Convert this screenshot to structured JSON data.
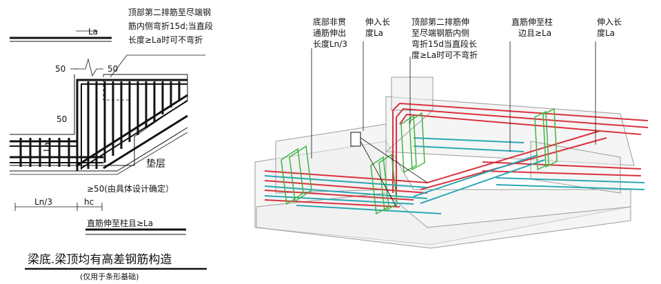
{
  "left": {
    "callout_top": [
      "顶部第二排筋至尽端钢",
      "筋内侧弯折15d;当直段",
      "长度≥La时可不弯折"
    ],
    "la_top": "La",
    "dim_50_a": "50",
    "dim_50_b": "50",
    "dim_50_c": "50",
    "la_side": "La",
    "cushion": "垫层",
    "ge50_note": "≥50(由具体设计确定）",
    "ln3": "Ln/3",
    "hc": "hc",
    "straight_bar": "直筋伸至柱且≥La",
    "title": "梁底.梁顶均有高差钢筋构造",
    "subtitle": "(仅用于条形基础)"
  },
  "right": {
    "callouts": [
      {
        "lines": [
          "底部非贯",
          "通筋伸出",
          "长度Ln/3"
        ]
      },
      {
        "lines": [
          "伸入长",
          "度La"
        ]
      },
      {
        "lines": [
          "顶部第二排筋伸",
          "至尽端钢筋内侧",
          "弯折15d当直段长",
          "度≥La时可不弯折"
        ]
      },
      {
        "lines": [
          "直筋伸至柱",
          "边且≥La"
        ]
      },
      {
        "lines": [
          "伸入长",
          "度La"
        ]
      }
    ]
  },
  "colors": {
    "rebar_red": "#d8323c",
    "rebar_teal": "#2aa7b4",
    "stirrup_green": "#3fb43f",
    "concrete_edge": "#9a9a9a"
  }
}
